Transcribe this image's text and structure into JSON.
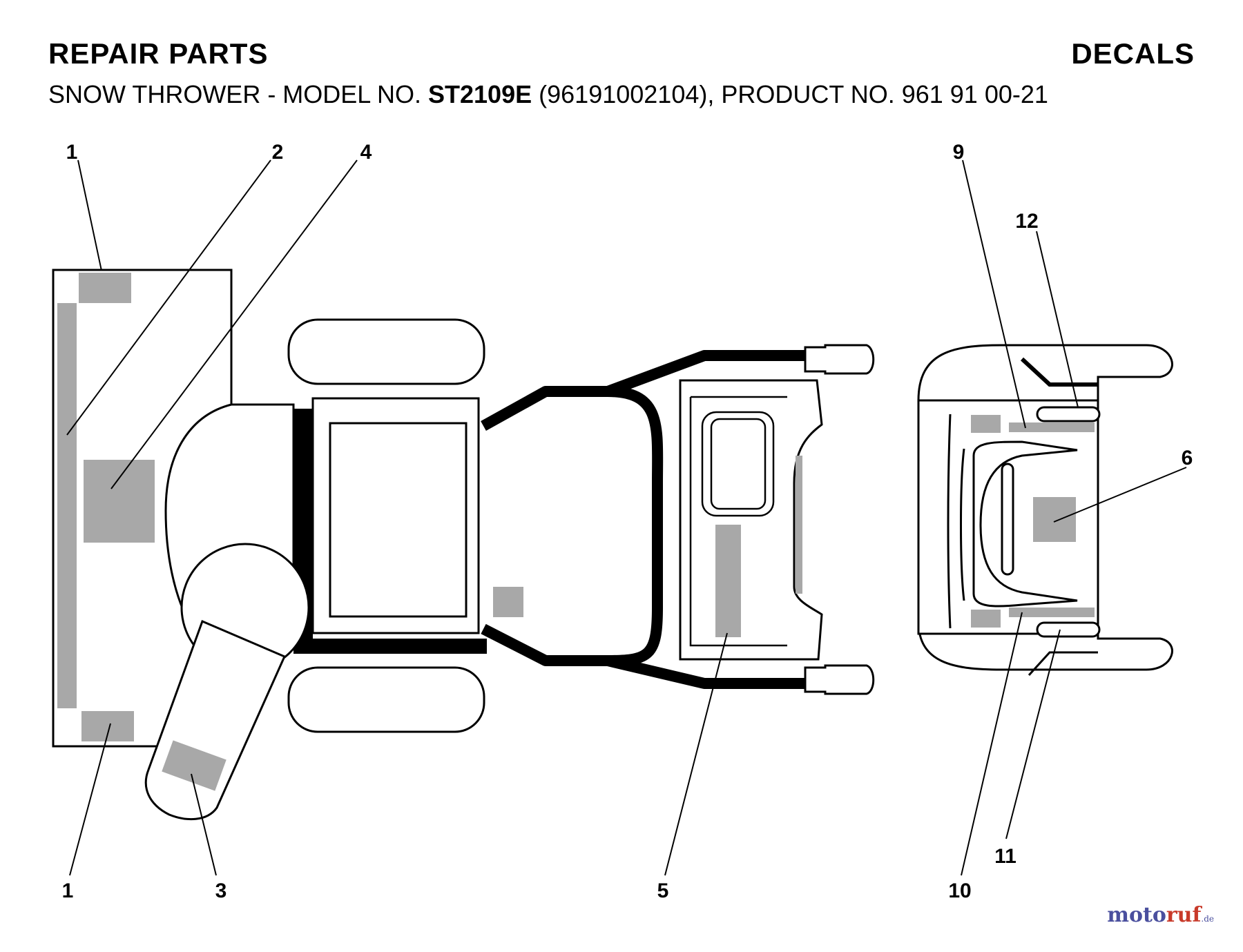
{
  "header": {
    "title": "REPAIR PARTS",
    "section": "DECALS",
    "subtitle_prefix": "SNOW THROWER - MODEL NO.",
    "model": "ST2109E",
    "subtitle_suffix": "(96191002104), PRODUCT NO. 961 91 00-21"
  },
  "callouts": {
    "c1a": "1",
    "c2": "2",
    "c4": "4",
    "c9": "9",
    "c12": "12",
    "c6": "6",
    "c1b": "1",
    "c3": "3",
    "c5": "5",
    "c10": "10",
    "c11": "11"
  },
  "watermark": {
    "part1": "moto",
    "part2": "ruf",
    "part3": ".de"
  },
  "colors": {
    "decal_fill": "#a8a8a8",
    "line": "#000000"
  }
}
